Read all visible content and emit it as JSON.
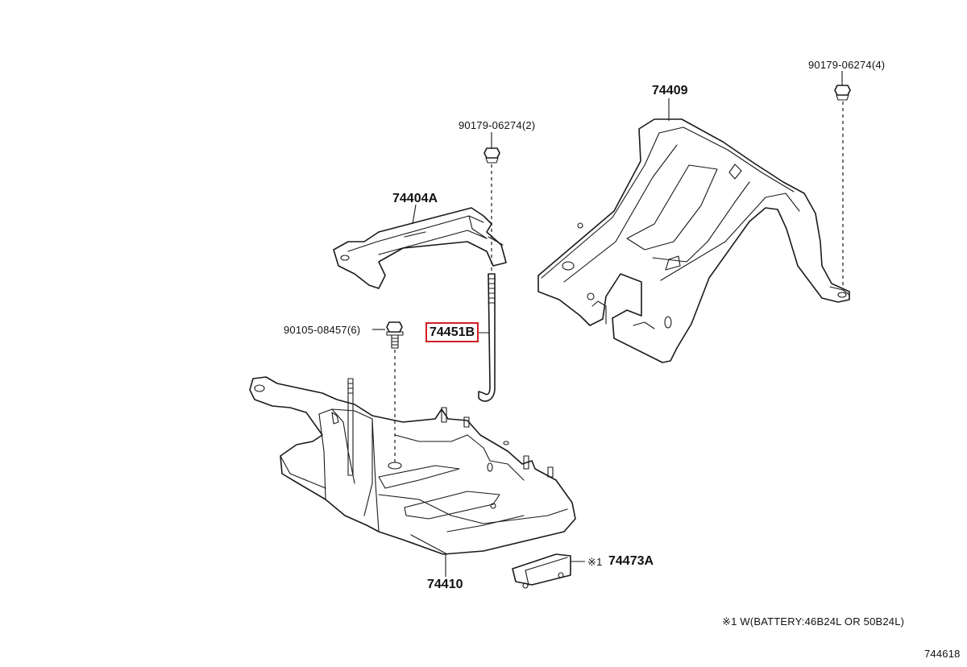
{
  "labels": {
    "bolt_90179_right": "90179-06274(4)",
    "bracket_74409": "74409",
    "nut_90179_mid": "90179-06274(2)",
    "clamp_74404A": "74404A",
    "bolt_90105": "90105-08457(6)",
    "rod_74451B": "74451B",
    "tray_74410": "74410",
    "note_mark": "※1",
    "part_74473A": "74473A",
    "footnote": "※1 W(BATTERY:46B24L OR 50B24L)",
    "diagram_id": "744618"
  },
  "selected_part": "74451B",
  "highlight_color": "#d21f26"
}
